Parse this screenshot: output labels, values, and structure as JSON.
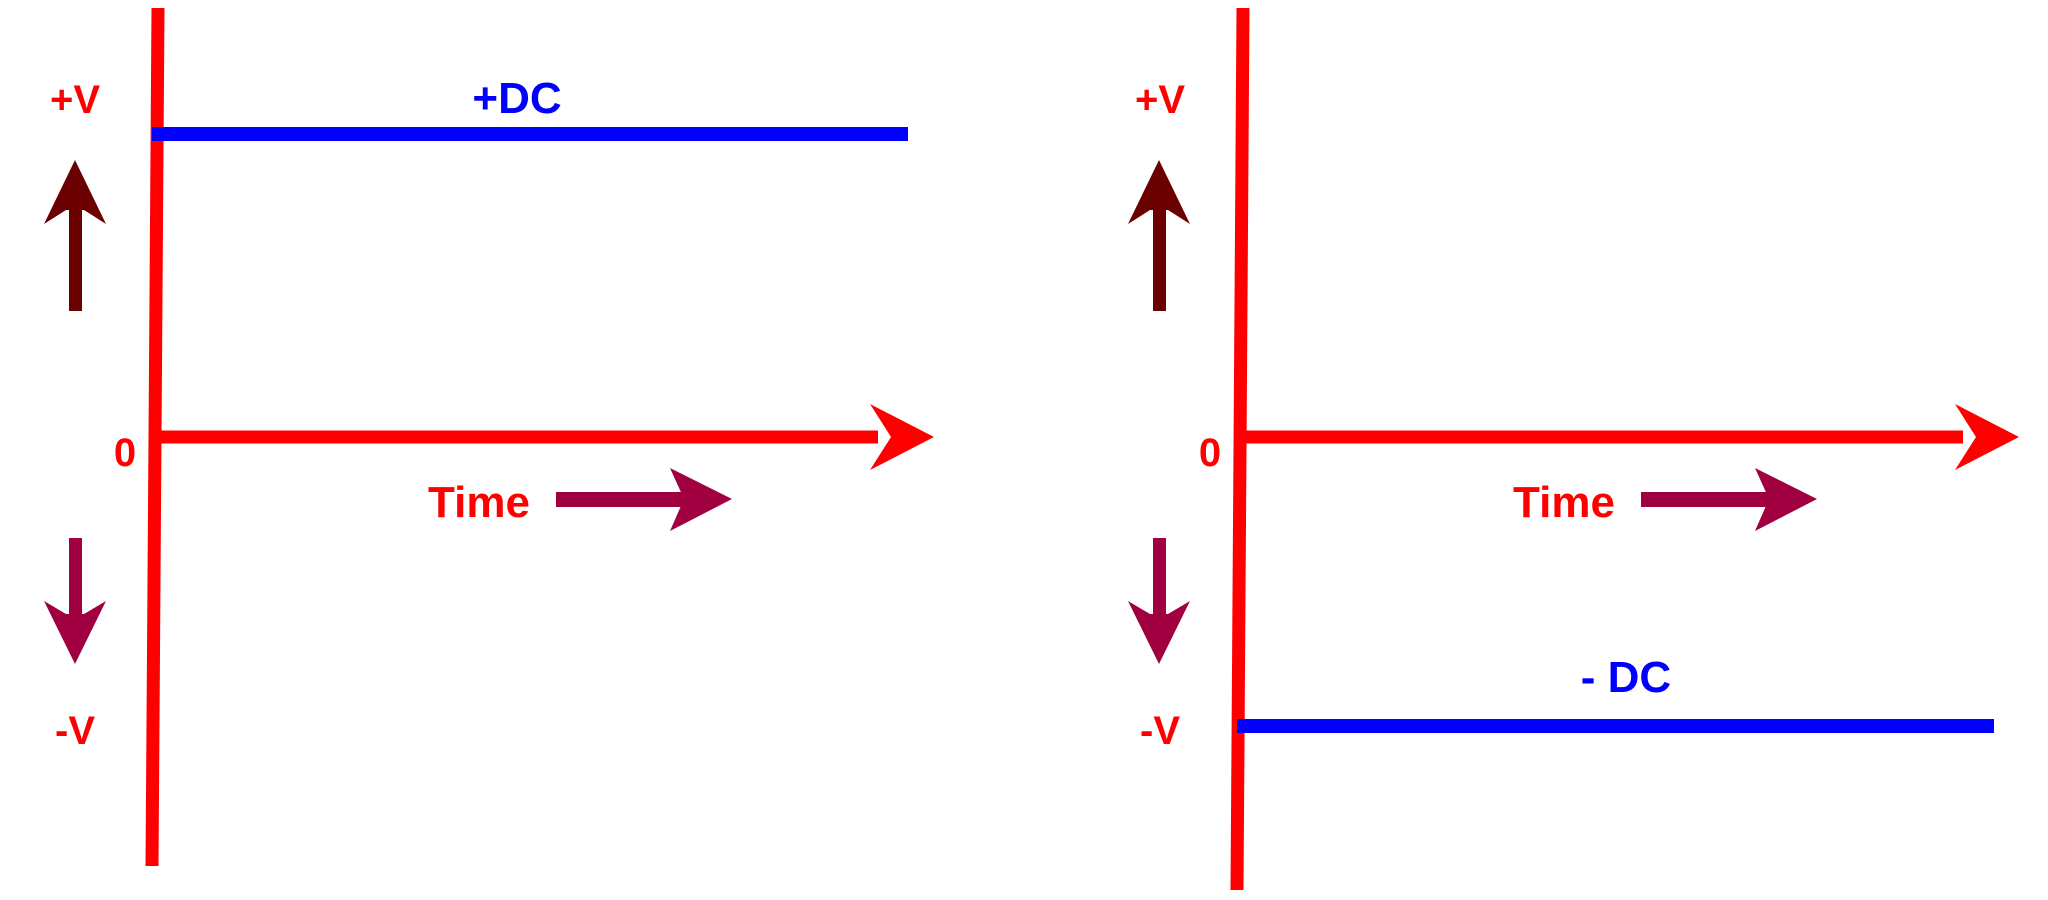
{
  "colors": {
    "axis": "#ff0000",
    "signal": "#0000ff",
    "arrow_up": "#6b0000",
    "arrow_down": "#a00040",
    "time_arrow": "#a00040"
  },
  "diagrams": [
    {
      "name": "positive-dc",
      "labels": {
        "pos_v": "+V",
        "zero": "0",
        "neg_v": "-V",
        "time": "Time",
        "signal": "+DC"
      },
      "signal_level": "+V"
    },
    {
      "name": "negative-dc",
      "labels": {
        "pos_v": "+V",
        "zero": "0",
        "neg_v": "-V",
        "time": "Time",
        "signal": "- DC"
      },
      "signal_level": "-V"
    }
  ]
}
